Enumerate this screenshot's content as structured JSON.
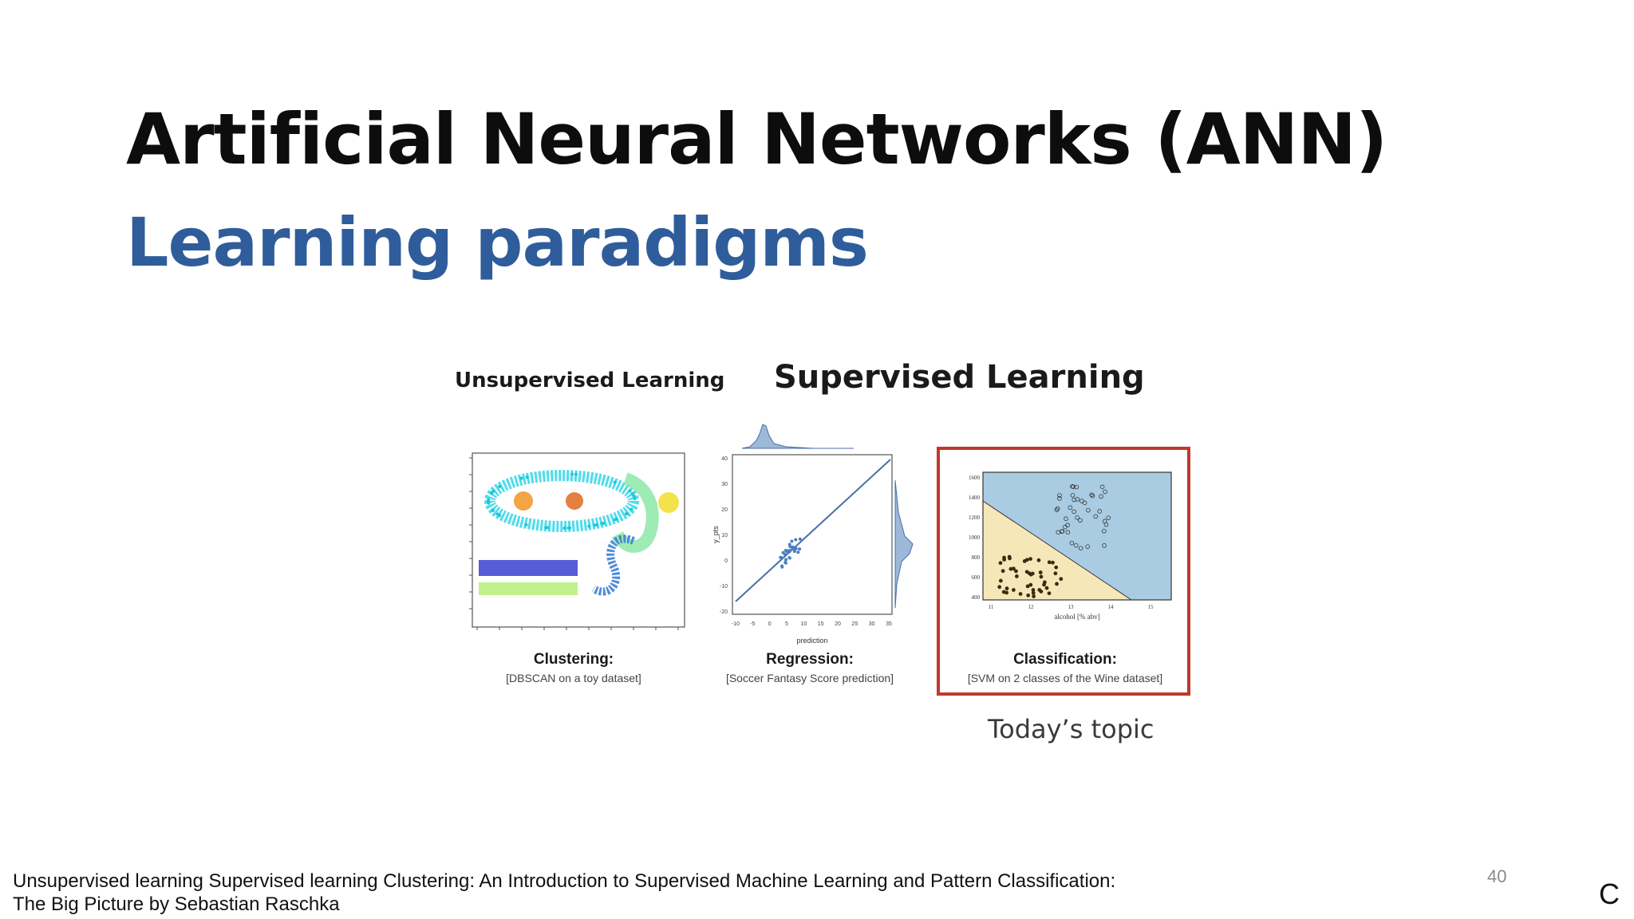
{
  "slide": {
    "title": "Artificial Neural Networks (ANN)",
    "subtitle": "Learning paradigms",
    "page_number": "40",
    "corner_letter": "C",
    "citation": "Unsupervised learning Supervised learning Clustering:  An Introduction to Supervised Machine Learning and Pattern Classification: The Big Picture by Sebastian Raschka"
  },
  "figure": {
    "unsupervised_heading": "Unsupervised Learning",
    "supervised_heading": "Supervised Learning",
    "clustering": {
      "title": "Clustering:",
      "subtitle": "[DBSCAN on a toy dataset]"
    },
    "regression": {
      "title": "Regression:",
      "subtitle": "[Soccer Fantasy Score prediction]",
      "xlabel": "prediction",
      "ylabel": "y_pts",
      "x_ticks": [
        "-10",
        "-5",
        "0",
        "5",
        "10",
        "15",
        "20",
        "25",
        "30",
        "35"
      ],
      "y_ticks": [
        "40",
        "30",
        "20",
        "10",
        "0",
        "-10",
        "-20"
      ]
    },
    "classification": {
      "title": "Classification:",
      "subtitle": "[SVM on 2 classes of the Wine dataset]",
      "xlabel": "alcohol [% abv]",
      "y_ticks": [
        "1600",
        "1400",
        "1200",
        "1000",
        "800",
        "600",
        "400"
      ],
      "x_ticks": [
        "11",
        "12",
        "13",
        "14",
        "15"
      ]
    },
    "todays_topic": "Today’s topic",
    "colors": {
      "highlight_border": "#c0392b",
      "title_blue": "#2f5d9b",
      "region_blue": "#a9cce3",
      "region_yellow": "#f6e7b8"
    }
  }
}
